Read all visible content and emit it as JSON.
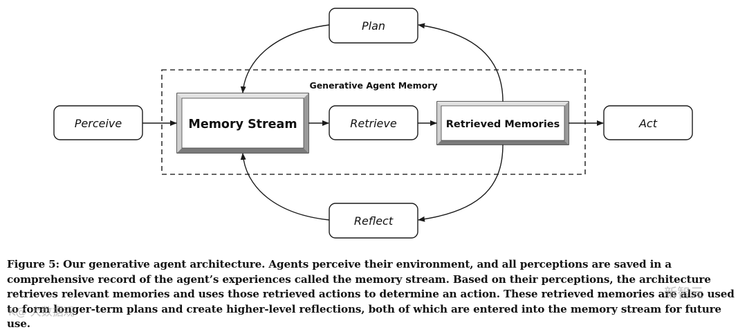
{
  "diagram": {
    "group_label": "Generative Agent Memory",
    "nodes": {
      "plan": "Plan",
      "perceive": "Perceive",
      "memory_stream": "Memory Stream",
      "retrieve": "Retrieve",
      "retrieved_memories": "Retrieved Memories",
      "act": "Act",
      "reflect": "Reflect"
    }
  },
  "caption": {
    "text": "Figure 5: Our generative agent architecture. Agents perceive their environment, and all perceptions are saved in a comprehensive record of the agent’s experiences called the memory stream. Based on their perceptions, the architecture retrieves relevant memories and uses those retrieved actions to determine an action. These retrieved memories are also used to form longer-term plans and create higher-level reflections, both of which are entered into the memory stream for future use."
  },
  "watermarks": {
    "left": "K@ 大数据观",
    "right": "新智元"
  },
  "colors": {
    "stroke": "#1a1a1a",
    "bevel_light": "#d0d0d0",
    "bevel_dark": "#888888"
  }
}
